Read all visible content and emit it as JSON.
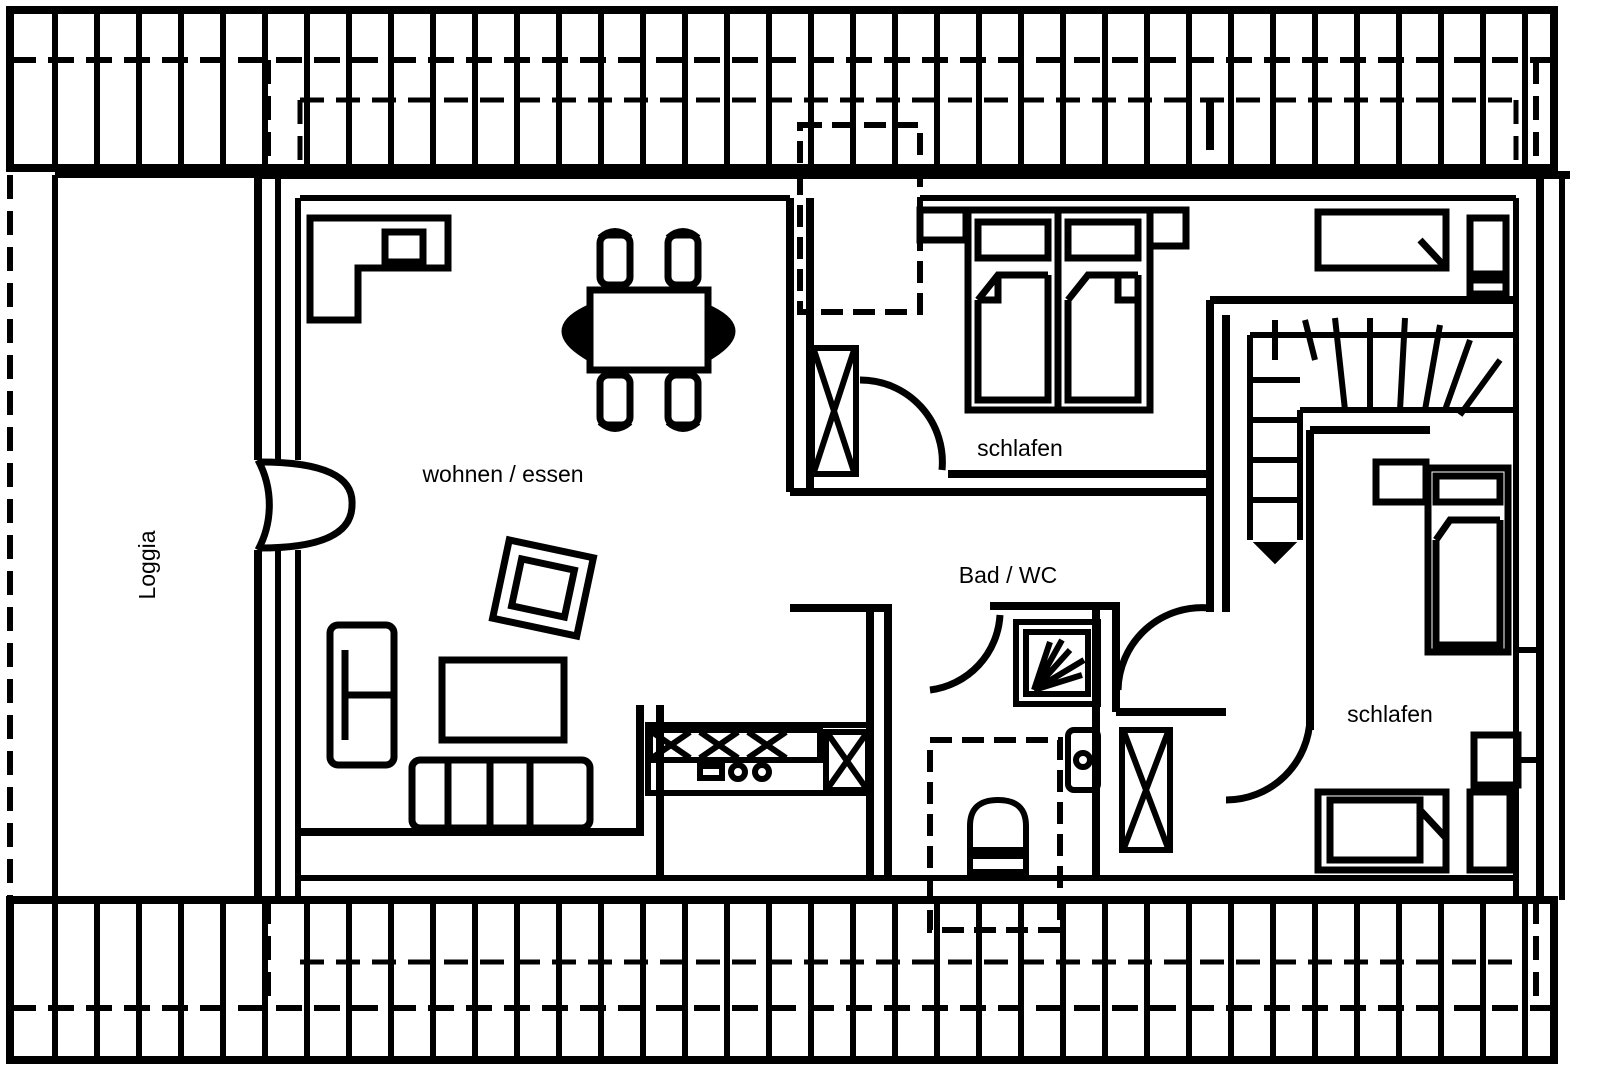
{
  "rooms": {
    "loggia": "Loggia",
    "living": "wohnen / essen",
    "bedroom_top": "schlafen",
    "bathroom": "Bad / WC",
    "bedroom_right": "schlafen"
  },
  "colors": {
    "ink": "#000000",
    "paper": "#ffffff"
  }
}
